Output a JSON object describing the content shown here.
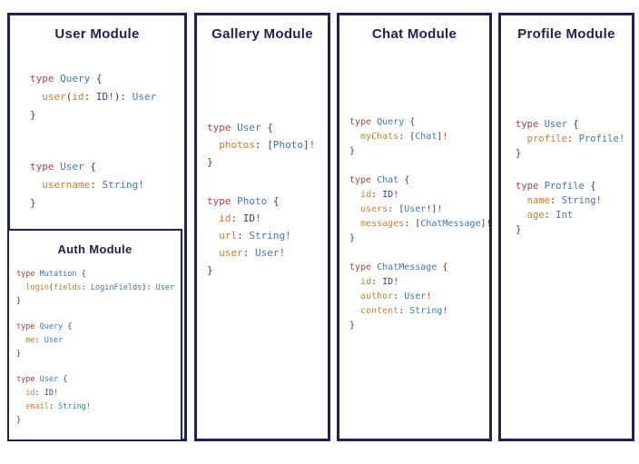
{
  "colors": {
    "border": "#1e2356",
    "title": "#1d2256",
    "keyword": "#a84641",
    "typename": "#3f77b6",
    "field": "#cc7e35",
    "constant": "#2e3d8f",
    "punct": "#3f4247",
    "bang": "#bf4038"
  },
  "panels": [
    {
      "id": "user",
      "title": "User Module",
      "blocks": [
        [
          [
            [
              "k",
              "type "
            ],
            [
              "t",
              "Query "
            ],
            [
              "p",
              "{"
            ]
          ],
          [
            [
              "p",
              "  "
            ],
            [
              "f",
              "user"
            ],
            [
              "p",
              "("
            ],
            [
              "f",
              "id"
            ],
            [
              "p",
              ": "
            ],
            [
              "c",
              "ID"
            ],
            [
              "b",
              "!"
            ],
            [
              "p",
              "): "
            ],
            [
              "t",
              "User"
            ]
          ],
          [
            [
              "p",
              "}"
            ]
          ]
        ],
        [
          [
            [
              "k",
              "type "
            ],
            [
              "t",
              "User "
            ],
            [
              "p",
              "{"
            ]
          ],
          [
            [
              "p",
              "  "
            ],
            [
              "f",
              "username"
            ],
            [
              "p",
              ": "
            ],
            [
              "t",
              "String"
            ],
            [
              "b",
              "!"
            ]
          ],
          [
            [
              "p",
              "}"
            ]
          ]
        ]
      ]
    },
    {
      "id": "auth",
      "title": "Auth Module",
      "blocks": [
        [
          [
            [
              "k",
              "type "
            ],
            [
              "t",
              "Mutation "
            ],
            [
              "p",
              "{"
            ]
          ],
          [
            [
              "p",
              "  "
            ],
            [
              "f",
              "login"
            ],
            [
              "p",
              "("
            ],
            [
              "f",
              "fields"
            ],
            [
              "p",
              ": "
            ],
            [
              "t",
              "LoginFields"
            ],
            [
              "p",
              "): "
            ],
            [
              "t",
              "User"
            ]
          ],
          [
            [
              "p",
              "}"
            ]
          ]
        ],
        [
          [
            [
              "k",
              "type "
            ],
            [
              "t",
              "Query "
            ],
            [
              "p",
              "{"
            ]
          ],
          [
            [
              "p",
              "  "
            ],
            [
              "f",
              "me"
            ],
            [
              "p",
              ": "
            ],
            [
              "t",
              "User"
            ]
          ],
          [
            [
              "p",
              "}"
            ]
          ]
        ],
        [
          [
            [
              "k",
              "type "
            ],
            [
              "t",
              "User "
            ],
            [
              "p",
              "{"
            ]
          ],
          [
            [
              "p",
              "  "
            ],
            [
              "f",
              "id"
            ],
            [
              "p",
              ": "
            ],
            [
              "c",
              "ID"
            ],
            [
              "b",
              "!"
            ]
          ],
          [
            [
              "p",
              "  "
            ],
            [
              "f",
              "email"
            ],
            [
              "p",
              ": "
            ],
            [
              "t",
              "String"
            ],
            [
              "b",
              "!"
            ]
          ],
          [
            [
              "p",
              "}"
            ]
          ]
        ]
      ]
    },
    {
      "id": "gallery",
      "title": "Gallery Module",
      "blocks": [
        [
          [
            [
              "k",
              "type "
            ],
            [
              "t",
              "User "
            ],
            [
              "p",
              "{"
            ]
          ],
          [
            [
              "p",
              "  "
            ],
            [
              "f",
              "photos"
            ],
            [
              "p",
              ": ["
            ],
            [
              "t",
              "Photo"
            ],
            [
              "p",
              "]"
            ],
            [
              "b",
              "!"
            ]
          ],
          [
            [
              "p",
              "}"
            ]
          ]
        ],
        [
          [
            [
              "k",
              "type "
            ],
            [
              "t",
              "Photo "
            ],
            [
              "p",
              "{"
            ]
          ],
          [
            [
              "p",
              "  "
            ],
            [
              "f",
              "id"
            ],
            [
              "p",
              ": "
            ],
            [
              "c",
              "ID"
            ],
            [
              "b",
              "!"
            ]
          ],
          [
            [
              "p",
              "  "
            ],
            [
              "f",
              "url"
            ],
            [
              "p",
              ": "
            ],
            [
              "t",
              "String"
            ],
            [
              "b",
              "!"
            ]
          ],
          [
            [
              "p",
              "  "
            ],
            [
              "f",
              "user"
            ],
            [
              "p",
              ": "
            ],
            [
              "t",
              "User"
            ],
            [
              "b",
              "!"
            ]
          ],
          [
            [
              "p",
              "}"
            ]
          ]
        ]
      ]
    },
    {
      "id": "chat",
      "title": "Chat Module",
      "blocks": [
        [
          [
            [
              "k",
              "type "
            ],
            [
              "t",
              "Query "
            ],
            [
              "p",
              "{"
            ]
          ],
          [
            [
              "p",
              "  "
            ],
            [
              "f",
              "myChats"
            ],
            [
              "p",
              ": ["
            ],
            [
              "t",
              "Chat"
            ],
            [
              "p",
              "]"
            ],
            [
              "b",
              "!"
            ]
          ],
          [
            [
              "p",
              "}"
            ]
          ]
        ],
        [
          [
            [
              "k",
              "type "
            ],
            [
              "t",
              "Chat "
            ],
            [
              "p",
              "{"
            ]
          ],
          [
            [
              "p",
              "  "
            ],
            [
              "f",
              "id"
            ],
            [
              "p",
              ": "
            ],
            [
              "c",
              "ID"
            ],
            [
              "b",
              "!"
            ]
          ],
          [
            [
              "p",
              "  "
            ],
            [
              "f",
              "users"
            ],
            [
              "p",
              ": ["
            ],
            [
              "t",
              "User"
            ],
            [
              "b",
              "!"
            ],
            [
              "p",
              "]"
            ],
            [
              "b",
              "!"
            ]
          ],
          [
            [
              "p",
              "  "
            ],
            [
              "f",
              "messages"
            ],
            [
              "p",
              ": ["
            ],
            [
              "t",
              "ChatMessage"
            ],
            [
              "p",
              "]"
            ],
            [
              "b",
              "!"
            ]
          ],
          [
            [
              "p",
              "}"
            ]
          ]
        ],
        [
          [
            [
              "k",
              "type "
            ],
            [
              "t",
              "ChatMessage "
            ],
            [
              "p",
              "{"
            ]
          ],
          [
            [
              "p",
              "  "
            ],
            [
              "f",
              "id"
            ],
            [
              "p",
              ": "
            ],
            [
              "c",
              "ID"
            ],
            [
              "b",
              "!"
            ]
          ],
          [
            [
              "p",
              "  "
            ],
            [
              "f",
              "author"
            ],
            [
              "p",
              ": "
            ],
            [
              "t",
              "User"
            ],
            [
              "b",
              "!"
            ]
          ],
          [
            [
              "p",
              "  "
            ],
            [
              "f",
              "content"
            ],
            [
              "p",
              ": "
            ],
            [
              "t",
              "String"
            ],
            [
              "b",
              "!"
            ]
          ],
          [
            [
              "p",
              "}"
            ]
          ]
        ]
      ]
    },
    {
      "id": "profile",
      "title": "Profile Module",
      "blocks": [
        [
          [
            [
              "k",
              "type "
            ],
            [
              "t",
              "User "
            ],
            [
              "p",
              "{"
            ]
          ],
          [
            [
              "p",
              "  "
            ],
            [
              "f",
              "profile"
            ],
            [
              "p",
              ": "
            ],
            [
              "t",
              "Profile"
            ],
            [
              "b",
              "!"
            ]
          ],
          [
            [
              "p",
              "}"
            ]
          ]
        ],
        [
          [
            [
              "k",
              "type "
            ],
            [
              "t",
              "Profile "
            ],
            [
              "p",
              "{"
            ]
          ],
          [
            [
              "p",
              "  "
            ],
            [
              "f",
              "name"
            ],
            [
              "p",
              ": "
            ],
            [
              "t",
              "String"
            ],
            [
              "b",
              "!"
            ]
          ],
          [
            [
              "p",
              "  "
            ],
            [
              "f",
              "age"
            ],
            [
              "p",
              ": "
            ],
            [
              "t",
              "Int"
            ]
          ],
          [
            [
              "p",
              "}"
            ]
          ]
        ]
      ]
    }
  ]
}
